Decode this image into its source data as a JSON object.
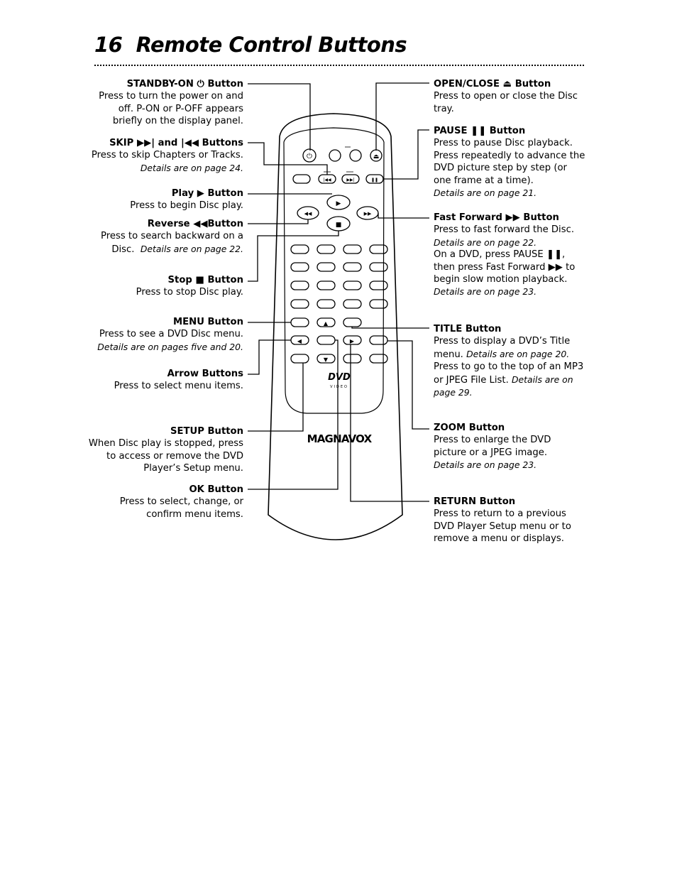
{
  "page": {
    "number": "16",
    "title": "Remote Control Buttons"
  },
  "left": [
    {
      "id": "standby",
      "head": "STANDBY-ON ⏻ Button",
      "desc": "Press to turn the power on and off. P-ON or P-OFF appears briefly on the display panel.",
      "note": ""
    },
    {
      "id": "skip",
      "head": "SKIP ▶▶| and |◀◀ Buttons",
      "desc": "Press to skip Chapters or Tracks.",
      "note": "Details are on page 24."
    },
    {
      "id": "play",
      "head": "Play ▶ Button",
      "desc": "Press to begin Disc play.",
      "note": ""
    },
    {
      "id": "reverse",
      "head": "Reverse ◀◀Button",
      "desc": "Press to search backward on a Disc.",
      "note": "Details are on page 22."
    },
    {
      "id": "stop",
      "head": "Stop ■ Button",
      "desc": "Press to stop Disc play.",
      "note": ""
    },
    {
      "id": "menu",
      "head": "MENU Button",
      "desc": "Press to see a DVD Disc menu.",
      "note": "Details are on pages five and 20."
    },
    {
      "id": "arrow",
      "head": "Arrow Buttons",
      "desc": "Press to select menu items.",
      "note": ""
    },
    {
      "id": "setup",
      "head": "SETUP Button",
      "desc": "When Disc play is stopped, press to access or remove the DVD Player’s Setup menu.",
      "note": ""
    },
    {
      "id": "ok",
      "head": "OK Button",
      "desc": "Press to select, change, or confirm menu items.",
      "note": ""
    }
  ],
  "right": [
    {
      "id": "openclose",
      "head": "OPEN/CLOSE ⏏ Button",
      "desc": "Press to open or close the Disc tray.",
      "note": "",
      "desc2": "",
      "note2": ""
    },
    {
      "id": "pause",
      "head": "PAUSE ❚❚ Button",
      "desc": "Press to pause Disc playback. Press repeatedly to advance the DVD picture step by step (or one frame at a time).",
      "note": "Details are on page 21.",
      "desc2": "",
      "note2": ""
    },
    {
      "id": "ff",
      "head": "Fast Forward  ▶▶ Button",
      "desc": "Press to fast forward the Disc.",
      "note": "Details are on page 22.",
      "desc2": "On a DVD, press PAUSE ❚❚, then press Fast Forward ▶▶ to begin slow motion playback.",
      "note2": "Details are on page 23."
    },
    {
      "id": "title",
      "head": "TITLE Button",
      "desc": "Press to display a DVD’s Title menu.",
      "note": "Details are on page 20.",
      "desc2": "Press to go to the top of an MP3 or JPEG File List.",
      "note2": "Details are on page 29."
    },
    {
      "id": "zoom",
      "head": "ZOOM Button",
      "desc": "Press to enlarge the DVD picture or a JPEG image.",
      "note": "Details are on page 23.",
      "desc2": "",
      "note2": ""
    },
    {
      "id": "return",
      "head": "RETURN Button",
      "desc": "Press to return to a previous DVD Player Setup menu or to remove a menu or displays.",
      "note": "",
      "desc2": "",
      "note2": ""
    }
  ],
  "remote": {
    "brand": "MAGNAVOX",
    "logo_text": "DVD",
    "logo_sub": "VIDEO",
    "icons": {
      "standby": "⏻",
      "eject": "⏏",
      "prev": "|◀◀",
      "next": "▶▶|",
      "pause": "❚❚",
      "play": "▶",
      "rew": "◀◀",
      "ff": "▶▶",
      "stop": "■",
      "up": "▲",
      "down": "▼",
      "left": "◀",
      "right": "▶"
    }
  }
}
